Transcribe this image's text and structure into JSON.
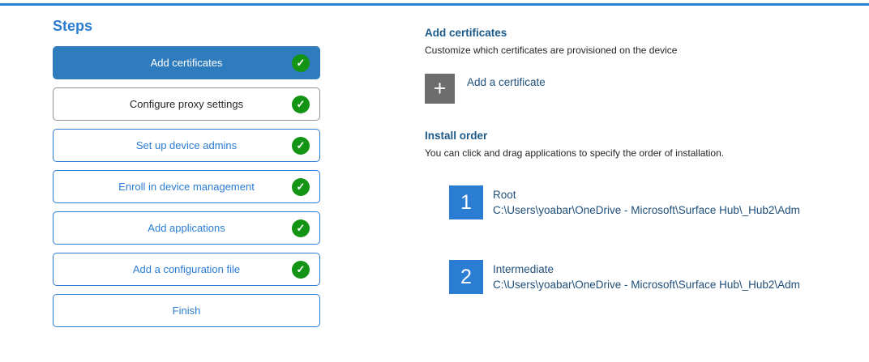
{
  "colors": {
    "accent": "#2b7cd3",
    "selected-bg": "#2e7cbe",
    "green": "#149414",
    "heading": "#1c5a8a",
    "body-text": "#262626",
    "item-text": "#1f4e79",
    "gray-btn": "#6d6d6d",
    "neutral-border": "#919191"
  },
  "steps_panel": {
    "title": "Steps",
    "check_icon": "✓",
    "items": [
      {
        "label": "Add certificates",
        "checked": true,
        "selected": true
      },
      {
        "label": "Configure proxy settings",
        "checked": true,
        "selected": false
      },
      {
        "label": "Set up device admins",
        "checked": true,
        "selected": false
      },
      {
        "label": "Enroll in device management",
        "checked": true,
        "selected": false
      },
      {
        "label": "Add applications",
        "checked": true,
        "selected": false
      },
      {
        "label": "Add a configuration file",
        "checked": true,
        "selected": false
      },
      {
        "label": "Finish",
        "checked": false,
        "selected": false
      }
    ]
  },
  "content": {
    "section_title": "Add certificates",
    "section_subtitle": "Customize which certificates are provisioned on the device",
    "add_certificate": {
      "icon": "+",
      "label": "Add a certificate"
    },
    "install_order": {
      "title": "Install order",
      "subtitle": "You can click and drag applications to specify the order of installation.",
      "items": [
        {
          "order": "1",
          "name": "Root",
          "path": "C:\\Users\\yoabar\\OneDrive - Microsoft\\Surface Hub\\_Hub2\\Adm"
        },
        {
          "order": "2",
          "name": "Intermediate",
          "path": "C:\\Users\\yoabar\\OneDrive - Microsoft\\Surface Hub\\_Hub2\\Adm"
        }
      ]
    }
  }
}
